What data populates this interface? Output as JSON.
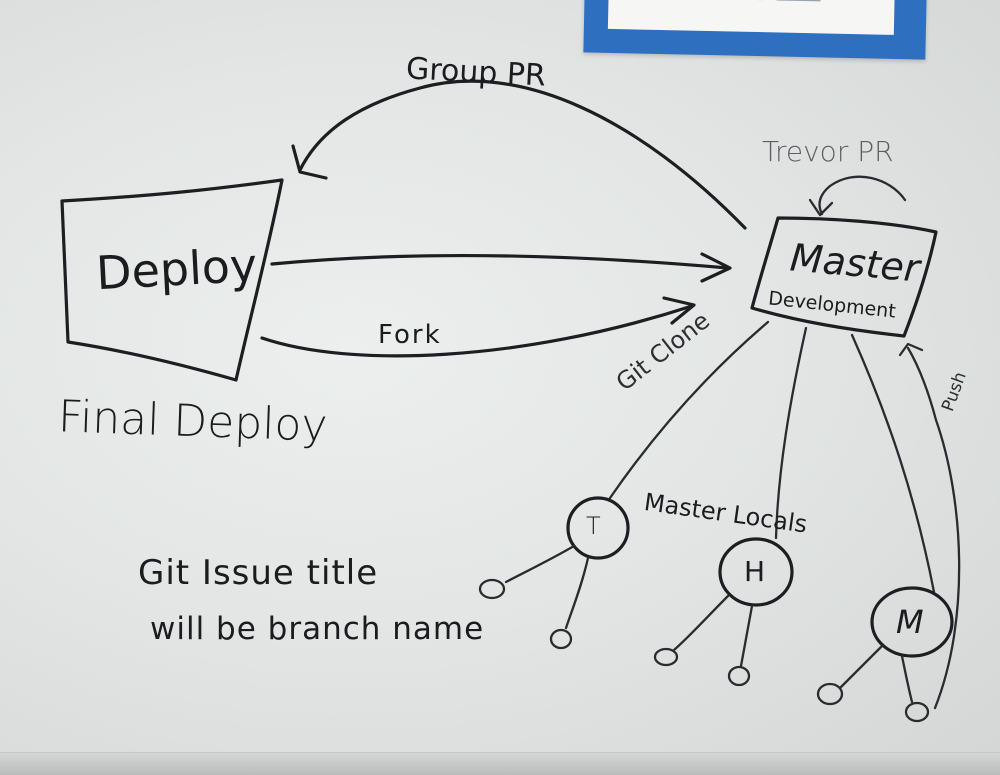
{
  "whiteboard": {
    "top_arrow_label": "Group PR",
    "deploy_box_label": "Deploy",
    "deploy_caption": "Final Deploy",
    "fork_label": "Fork",
    "loop_label": "Trevor PR",
    "master_box": {
      "title": "Master",
      "subtitle": "Development"
    },
    "clone_label": "Git Clone",
    "push_label": "Push",
    "locals_label": "Master Locals",
    "nodes": [
      "T",
      "H",
      "M"
    ],
    "note_lines": [
      "Git Issue title",
      "will be branch name"
    ]
  },
  "colors": {
    "ink": "#1d1e21",
    "board": "#e6e9e8",
    "paper_border": "#2f6fc0"
  }
}
